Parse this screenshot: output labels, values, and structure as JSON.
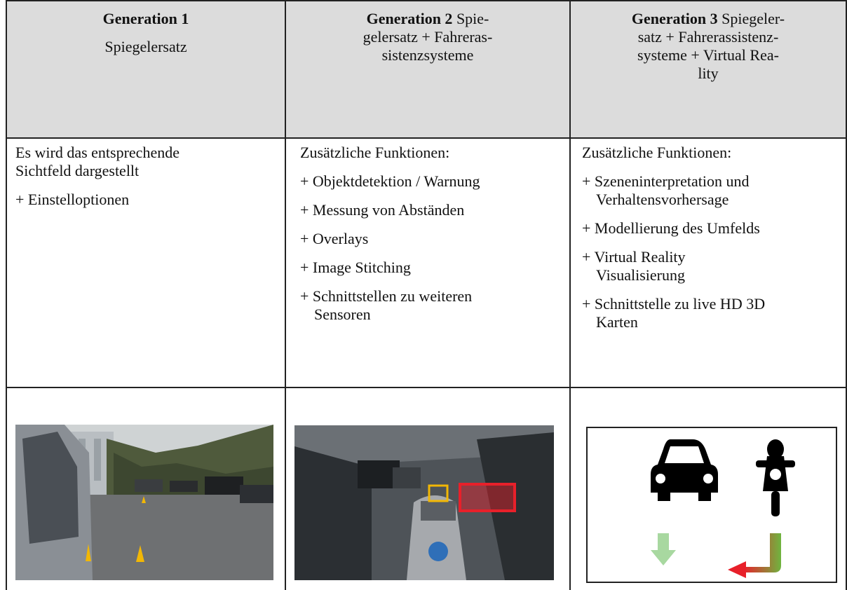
{
  "header": {
    "gen1": {
      "title": "Generation 1",
      "subtitle": "Spiegelersatz"
    },
    "gen2": {
      "title": "Generation 2",
      "line1": " Spie-",
      "line2": "gelersatz + Fahreras-",
      "line3": "sistenzsysteme"
    },
    "gen3": {
      "title": "Generation 3",
      "line1": " Spiegeler-",
      "line2": "satz + Fahrerassistenz-",
      "line3": "systeme + Virtual Rea-",
      "line4": "lity"
    }
  },
  "body": {
    "gen1": {
      "line1": "Es wird das entsprechende",
      "line2": "Sichtfeld dargestellt",
      "item1": "+ Einstelloptionen"
    },
    "gen2": {
      "intro": "Zusätzliche Funktionen:",
      "items": [
        "+ Objektdetektion / Warnung",
        "+ Messung von Abständen",
        "+ Overlays",
        "+ Image Stitching",
        "+ Schnittstellen zu weiteren",
        "Sensoren"
      ]
    },
    "gen3": {
      "intro": "Zusätzliche Funktionen:",
      "items": [
        "+ Szeneninterpretation und",
        "Verhaltensvorhersage",
        "+ Modellierung des Umfelds",
        "+ Virtual Reality",
        "Visualisierung",
        "+ Schnittstelle zu live HD 3D",
        "Karten"
      ]
    }
  },
  "colors": {
    "header_bg": "#dcdcdc",
    "detection_red": "#e8202a",
    "detection_yellow": "#f2b705",
    "arrow_green": "#a8d8a0"
  }
}
